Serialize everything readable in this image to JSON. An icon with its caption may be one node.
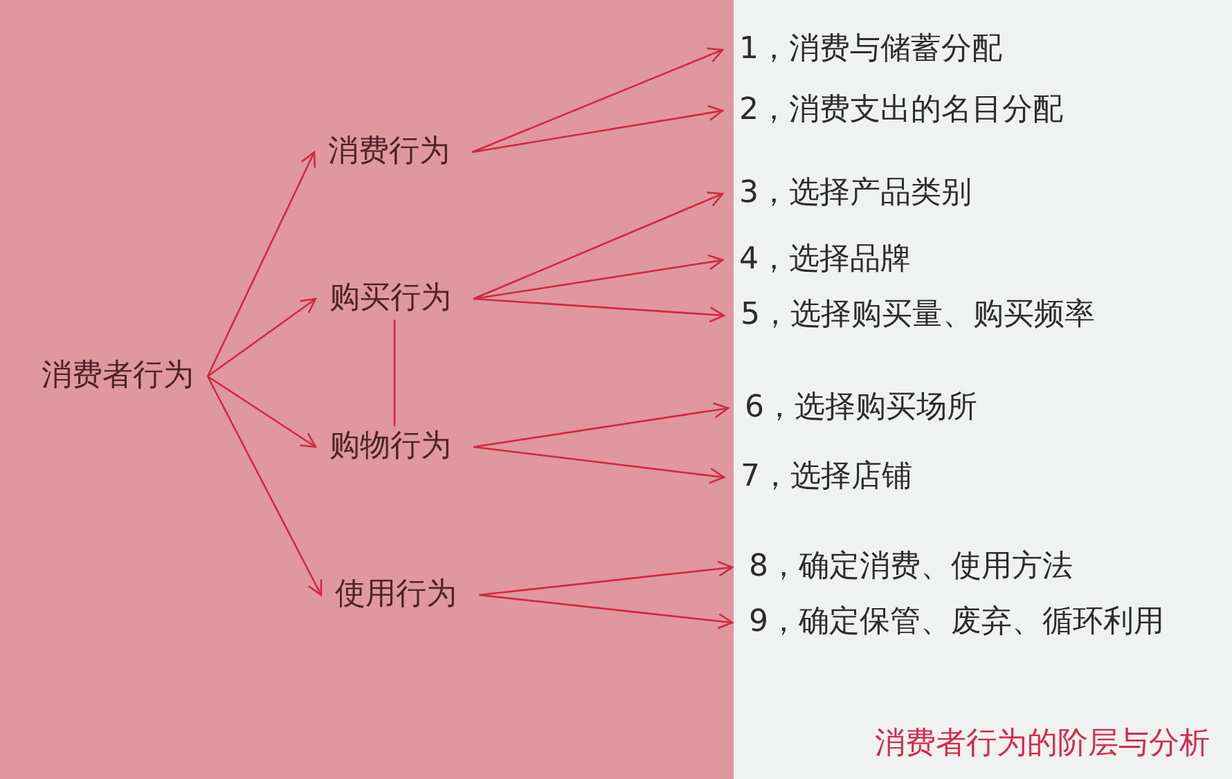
{
  "diagram": {
    "caption": "消费者行为的阶层与分析",
    "nodes": [
      {
        "text": [
          "消费者行为"
        ]
      },
      {
        "text": [
          "消费行为"
        ]
      },
      {
        "text": [
          "购买行为"
        ]
      },
      {
        "text": [
          "购物行为"
        ]
      },
      {
        "text": [
          "使用行为"
        ]
      },
      {
        "text": [
          "1，消费与储蓄分配"
        ]
      },
      {
        "text": [
          "2，消费支出的名目分配"
        ]
      },
      {
        "text": [
          "3，选择产品类别"
        ]
      },
      {
        "text": [
          "4，选择品牌"
        ]
      },
      {
        "text": [
          "5，选择购买量、购买频率"
        ]
      },
      {
        "text": [
          "6，选择购买场所"
        ]
      },
      {
        "text": [
          "7，选择店铺"
        ]
      },
      {
        "text": [
          "8，确定消费、使用方法"
        ]
      },
      {
        "text": [
          "9，确定保管、废弃、循环利用"
        ]
      }
    ],
    "edges": [
      {
        "from": 0,
        "to": 1,
        "arrow": "to"
      },
      {
        "from": 0,
        "to": 2,
        "arrow": "to"
      },
      {
        "from": 0,
        "to": 3,
        "arrow": "to"
      },
      {
        "from": 0,
        "to": 4,
        "arrow": "to"
      },
      {
        "from": 2,
        "to": 3,
        "arrow": "none"
      },
      {
        "from": 1,
        "to": 5,
        "arrow": "to"
      },
      {
        "from": 1,
        "to": 6,
        "arrow": "to"
      },
      {
        "from": 2,
        "to": 7,
        "arrow": "to"
      },
      {
        "from": 2,
        "to": 8,
        "arrow": "to"
      },
      {
        "from": 2,
        "to": 9,
        "arrow": "to"
      },
      {
        "from": 3,
        "to": 10,
        "arrow": "to"
      },
      {
        "from": 3,
        "to": 11,
        "arrow": "to"
      },
      {
        "from": 4,
        "to": 12,
        "arrow": "to"
      },
      {
        "from": 4,
        "to": 13,
        "arrow": "to"
      }
    ]
  }
}
